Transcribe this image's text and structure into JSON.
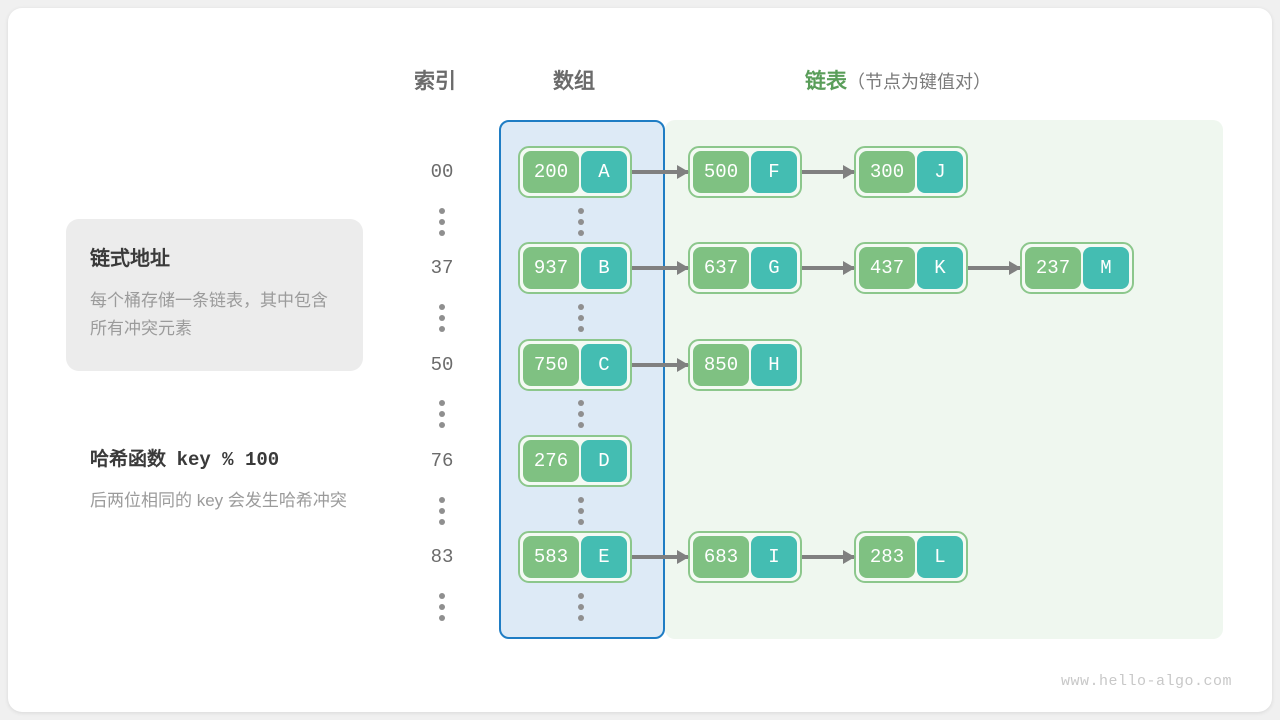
{
  "headers": {
    "index": "索引",
    "array": "数组",
    "list_main": "链表",
    "list_sub": "（节点为键值对）"
  },
  "info_card": {
    "title": "链式地址",
    "body": "每个桶存储一条链表，其中包含所有冲突元素"
  },
  "hash_note": {
    "title_cn": "哈希函数",
    "title_code": "key % 100",
    "body": "后两位相同的 key 会发生哈希冲突"
  },
  "colors": {
    "key_cell": "#7fc182",
    "value_cell": "#44bdb2",
    "node_border": "#8cc78c",
    "array_region_bg": "#ddeaf6",
    "array_region_border": "#1f7dc4",
    "list_region_bg": "#eff7ef",
    "arrow": "#808080",
    "header_gray": "#6b6b6b",
    "header_green": "#5a9e5a",
    "info_card_bg": "#ececec"
  },
  "buckets": [
    {
      "index": "00",
      "nodes": [
        {
          "key": "200",
          "value": "A"
        },
        {
          "key": "500",
          "value": "F"
        },
        {
          "key": "300",
          "value": "J"
        }
      ]
    },
    {
      "index": "37",
      "nodes": [
        {
          "key": "937",
          "value": "B"
        },
        {
          "key": "637",
          "value": "G"
        },
        {
          "key": "437",
          "value": "K"
        },
        {
          "key": "237",
          "value": "M"
        }
      ]
    },
    {
      "index": "50",
      "nodes": [
        {
          "key": "750",
          "value": "C"
        },
        {
          "key": "850",
          "value": "H"
        }
      ]
    },
    {
      "index": "76",
      "nodes": [
        {
          "key": "276",
          "value": "D"
        }
      ]
    },
    {
      "index": "83",
      "nodes": [
        {
          "key": "583",
          "value": "E"
        },
        {
          "key": "683",
          "value": "I"
        },
        {
          "key": "283",
          "value": "L"
        }
      ]
    }
  ],
  "ellipsis_rows": 6,
  "watermark": "www.hello-algo.com"
}
